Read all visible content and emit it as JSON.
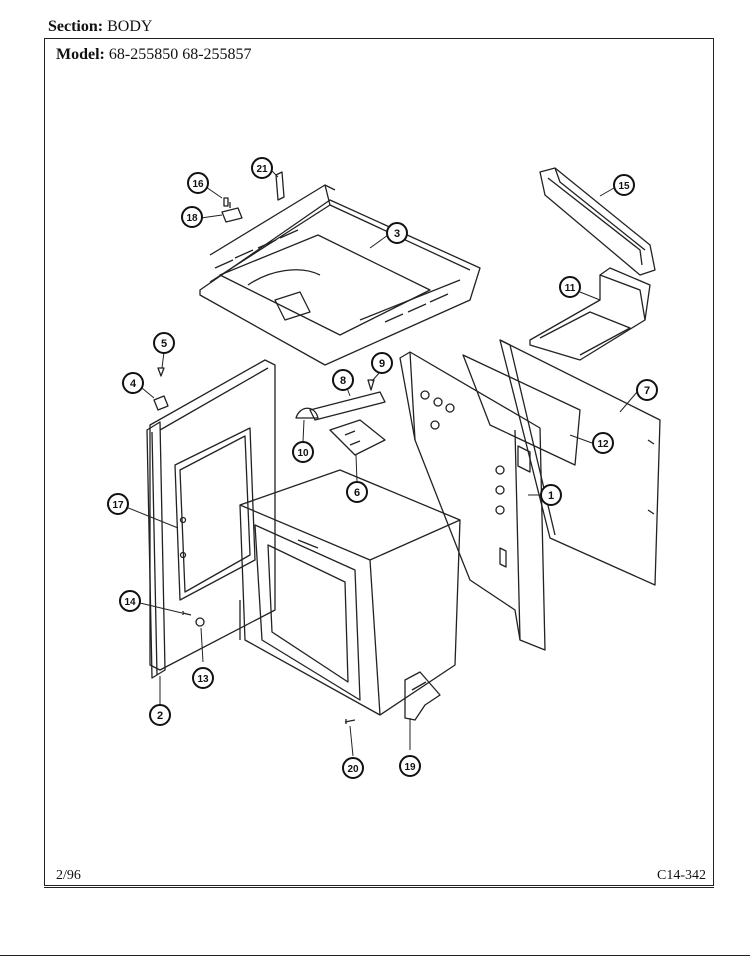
{
  "header": {
    "section_label": "Section:",
    "section_value": "BODY",
    "model_label": "Model:",
    "model_value": "68-255850  68-255857"
  },
  "footer": {
    "date": "2/96",
    "code": "C14-342"
  },
  "callouts": [
    "1",
    "2",
    "3",
    "4",
    "5",
    "6",
    "7",
    "8",
    "9",
    "10",
    "11",
    "12",
    "13",
    "14",
    "15",
    "16",
    "17",
    "18",
    "19",
    "20",
    "21"
  ]
}
